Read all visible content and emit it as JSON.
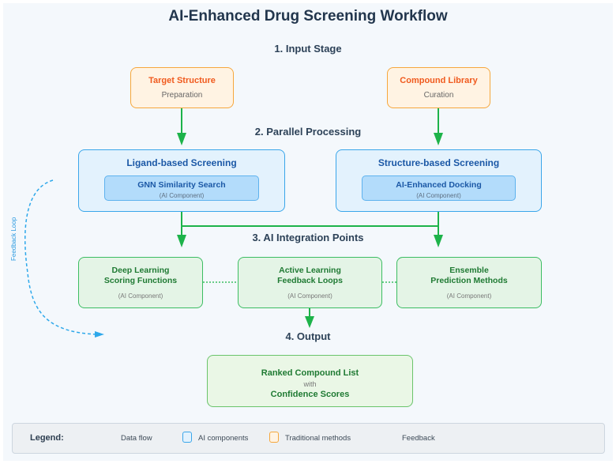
{
  "title": "AI-Enhanced Drug Screening Workflow",
  "stages": {
    "input": "1. Input Stage",
    "parallel": "2. Parallel Processing",
    "integration": "3. AI Integration Points",
    "output": "4. Output"
  },
  "inputs": [
    {
      "title": "Target Structure",
      "subtitle": "Preparation"
    },
    {
      "title": "Compound Library",
      "subtitle": "Curation"
    }
  ],
  "processing": [
    {
      "title": "Ligand-based Screening",
      "inner_title": "GNN Similarity Search",
      "inner_tag": "(AI Component)"
    },
    {
      "title": "Structure-based Screening",
      "inner_title": "AI-Enhanced Docking",
      "inner_tag": "(AI Component)"
    }
  ],
  "integration": [
    {
      "line1": "Deep Learning",
      "line2": "Scoring Functions",
      "tag": "(AI Component)"
    },
    {
      "line1": "Active Learning",
      "line2": "Feedback Loops",
      "tag": "(AI Component)"
    },
    {
      "line1": "Ensemble",
      "line2": "Prediction Methods",
      "tag": "(AI Component)"
    }
  ],
  "output": {
    "line1": "Ranked Compound List",
    "line2": "with",
    "line3": "Confidence Scores"
  },
  "feedback_label": "Feedback Loop",
  "legend": {
    "title": "Legend:",
    "items": [
      {
        "label": "Data flow",
        "icon": "green-arrow-icon"
      },
      {
        "label": "AI components",
        "icon": "blue-box-icon"
      },
      {
        "label": "Traditional methods",
        "icon": "orange-box-icon"
      },
      {
        "label": "Feedback",
        "icon": "dashed-arrow-icon"
      }
    ]
  },
  "colors": {
    "data_flow": "#1db34a",
    "feedback": "#2ea8ea",
    "ai_border": "#3aa6ea",
    "traditional_border": "#f6a73c",
    "integration_border": "#3cbd62"
  }
}
